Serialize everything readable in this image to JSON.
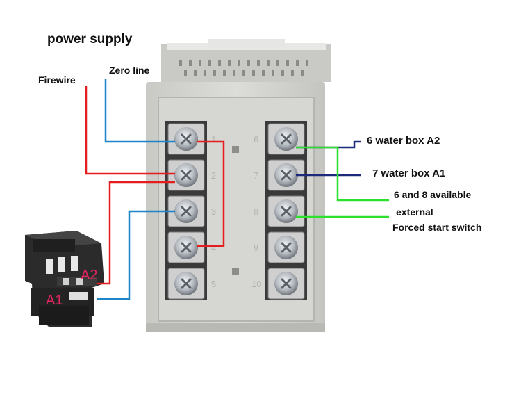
{
  "labels": {
    "power_supply": "power supply",
    "firewire": "Firewire",
    "zero_line": "Zero line",
    "water_box_a2": "6 water box A2",
    "water_box_a1": "7 water box A1",
    "available_6_8": "6 and 8 available",
    "external": "external",
    "forced_start_switch": "Forced start switch"
  },
  "terminals": {
    "left": [
      "1",
      "2",
      "3",
      "4",
      "5"
    ],
    "right": [
      "6",
      "7",
      "8",
      "9",
      "10"
    ]
  },
  "contactor": {
    "coil_a2": "A2",
    "coil_a1": "A1"
  },
  "colors": {
    "firewire_wire": "#e41e1e",
    "zero_wire": "#1e86c8",
    "water_box_wire": "#1d2a7a",
    "switch_wire": "#2ee02e",
    "terminal_body": "#bdbdbd",
    "housing": "#d3d3cf",
    "contactor_body": "#2b2b2b",
    "coil_label": "#e0245e"
  }
}
